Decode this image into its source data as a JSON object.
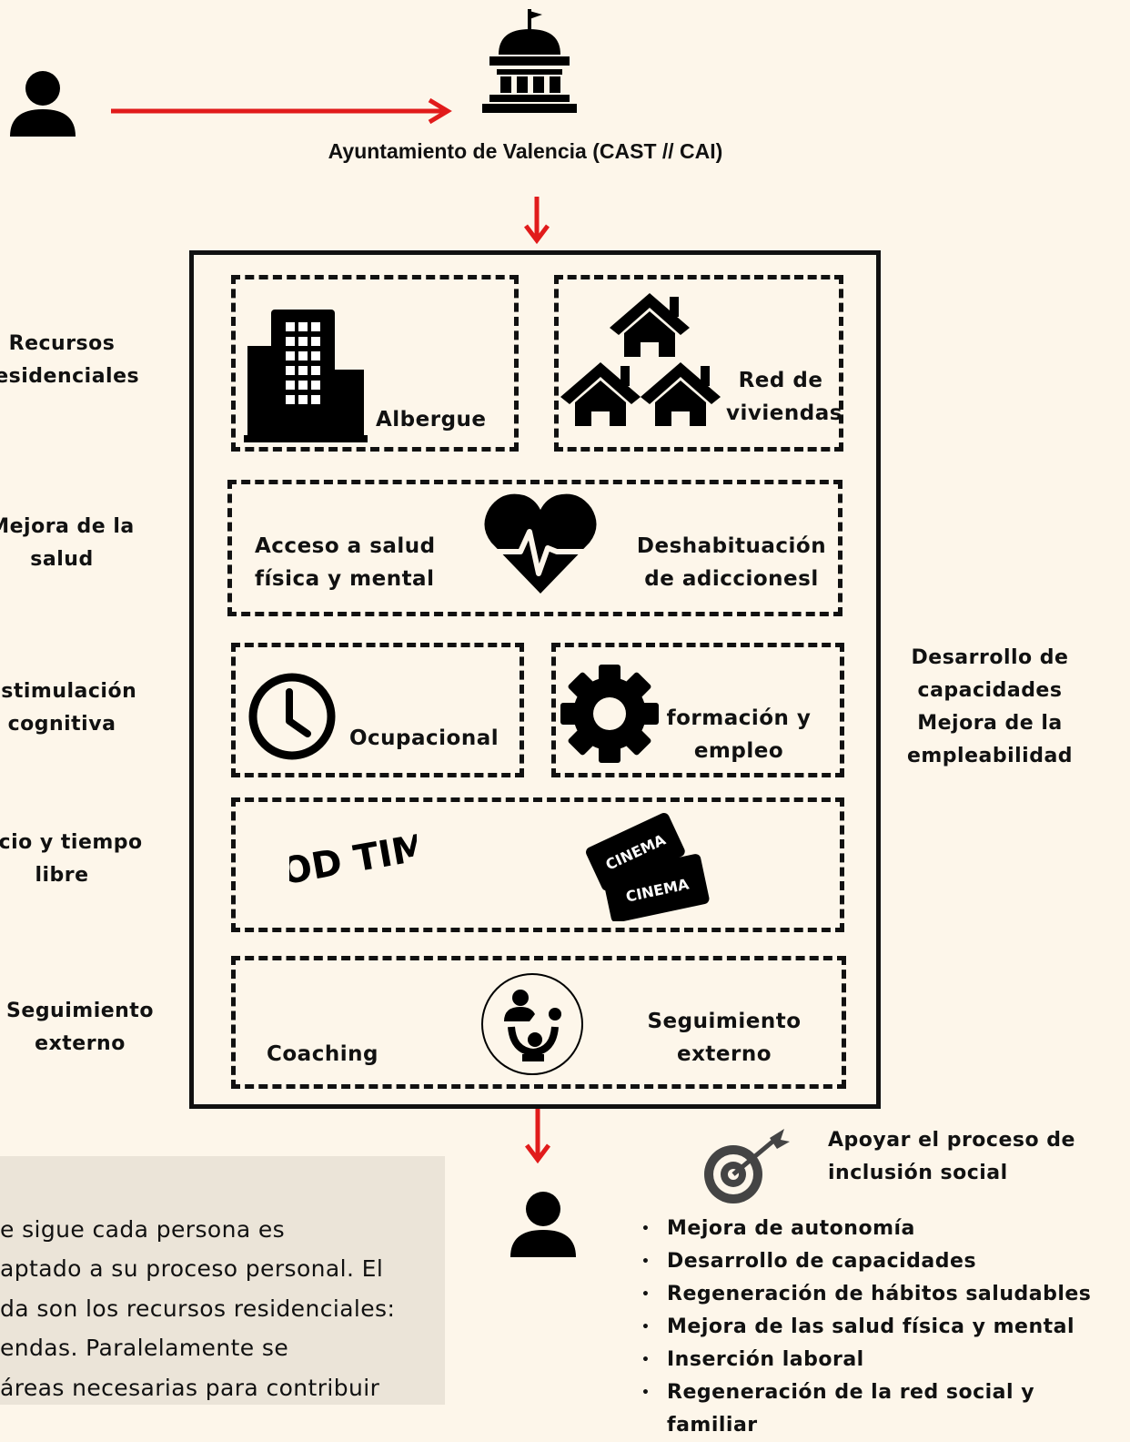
{
  "header": {
    "title": "Ayuntamiento de Valencia (CAST // CAI)"
  },
  "left_labels": [
    "Recursos\nresidenciales",
    "Mejora de la\nsalud",
    "Estimulación\ncognitiva",
    "Ocio y tiempo\nlibre",
    "Seguimiento\nexterno"
  ],
  "right_label": "Desarrollo de\ncapacidades\nMejora de la\nempleabilidad",
  "boxes": {
    "albergue": "Albergue",
    "red_viviendas": "Red de\nviviendas",
    "acceso_salud": "Acceso a salud\nfísica y mental",
    "deshabituacion": "Deshabituación\nde adiccionesl",
    "ocupacional": "Ocupacional",
    "formacion": "formación y\nempleo",
    "good_times": "GOOD TIMES",
    "cinema": [
      "CINEMA",
      "CINEMA"
    ],
    "coaching": "Coaching",
    "seguimiento": "Seguimiento\nexterno"
  },
  "goal": {
    "title": "Apoyar el proceso de\ninclusión social",
    "items": [
      "Mejora de autonomía",
      "Desarrollo de capacidades",
      "Regeneración de hábitos saludables",
      "Mejora de las salud física y mental",
      "Inserción laboral",
      "Regeneración de la red social y familiar"
    ]
  },
  "note_lines": [
    "e sigue cada persona es",
    "aptado a su proceso personal. El",
    "da son los recursos residenciales:",
    "endas. Paralelamente se",
    "áreas necesarias para contribuir"
  ],
  "colors": {
    "arrow": "#e11b1b",
    "background": "#fdf6ea",
    "note_bg": "#ebe4d8"
  }
}
